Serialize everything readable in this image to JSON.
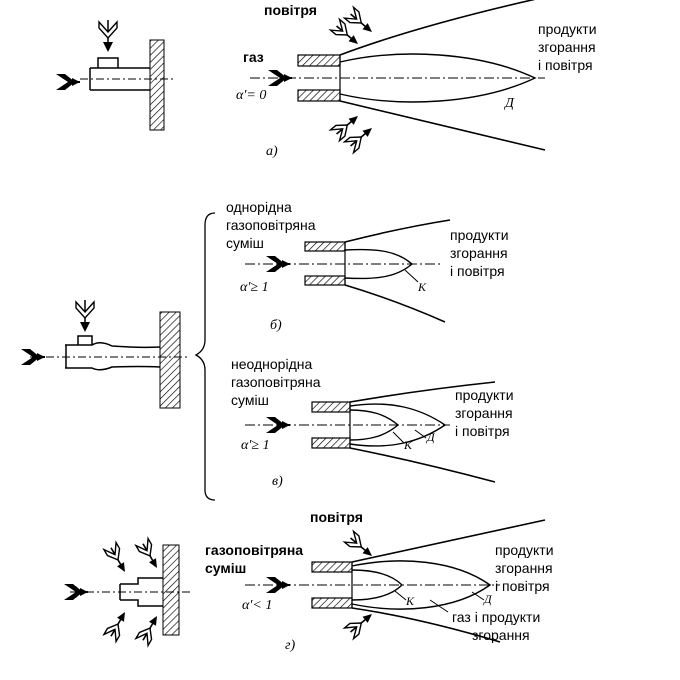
{
  "panel_a": {
    "air_label": "повітря",
    "gas_label": "газ",
    "alpha_label": "α′= 0",
    "products_label": [
      "продукти",
      "згорання",
      "і повітря"
    ],
    "d_label": "Д",
    "caption": "а)"
  },
  "panel_b": {
    "mix_label": [
      "однорідна",
      "газоповітряна",
      "суміш"
    ],
    "alpha_label": "α′≥ 1",
    "products_label": [
      "продукти",
      "згорання",
      "і повітря"
    ],
    "k_label": "К",
    "caption": "б)"
  },
  "panel_v": {
    "mix_label": [
      "неоднорідна",
      "газоповітряна",
      "суміш"
    ],
    "alpha_label": "α′≥ 1",
    "products_label": [
      "продукти",
      "згорання",
      "і повітря"
    ],
    "k_label": "К",
    "d_label": "Д",
    "caption": "в)"
  },
  "panel_g": {
    "air_label": "повітря",
    "mix_label": [
      "газоповітряна",
      "суміш"
    ],
    "alpha_label": "α′< 1",
    "products_label": [
      "продукти",
      "згорання",
      "і повітря"
    ],
    "gas_products_label": [
      "газ і продукти",
      "згорання"
    ],
    "k_label": "К",
    "d_label": "Д",
    "caption": "г)"
  },
  "colors": {
    "ink": "#000000",
    "paper": "#ffffff"
  }
}
